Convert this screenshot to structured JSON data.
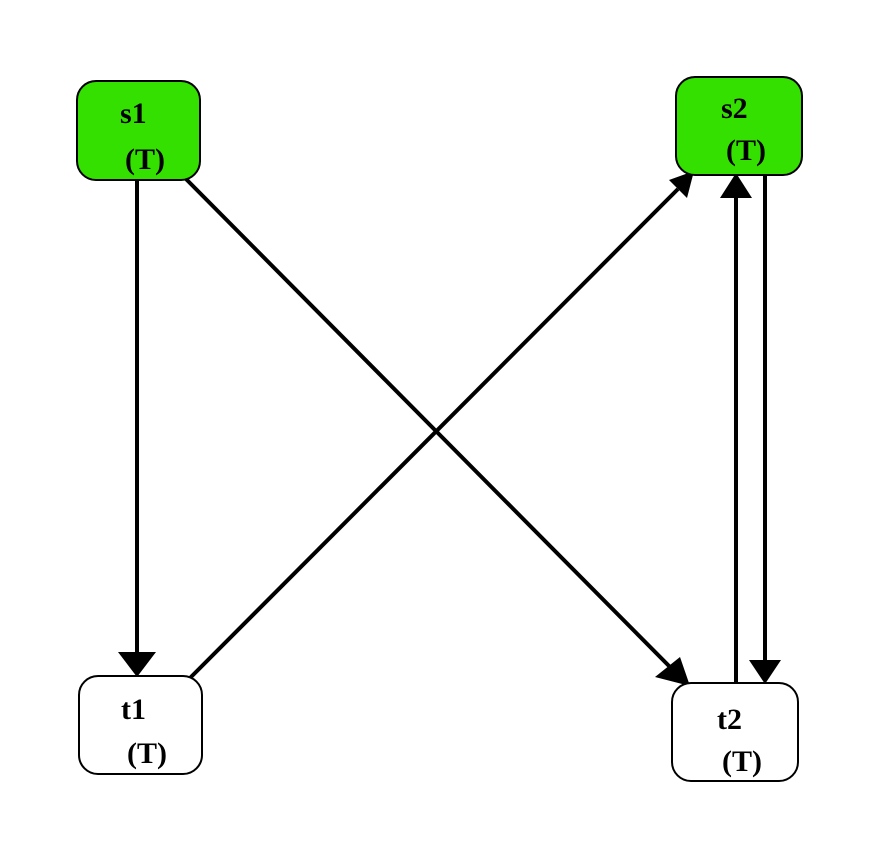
{
  "diagram": {
    "nodes": [
      {
        "id": "s1",
        "name": "s1",
        "label": "(T)",
        "fill": "#33e000"
      },
      {
        "id": "s2",
        "name": "s2",
        "label": "(T)",
        "fill": "#33e000"
      },
      {
        "id": "t1",
        "name": "t1",
        "label": "(T)",
        "fill": "#ffffff"
      },
      {
        "id": "t2",
        "name": "t2",
        "label": "(T)",
        "fill": "#ffffff"
      }
    ],
    "edges": [
      {
        "from": "s1",
        "to": "t1"
      },
      {
        "from": "s1",
        "to": "t2"
      },
      {
        "from": "t1",
        "to": "s2"
      },
      {
        "from": "t2",
        "to": "s2"
      },
      {
        "from": "s2",
        "to": "t2"
      }
    ],
    "edge_color": "#000000"
  }
}
